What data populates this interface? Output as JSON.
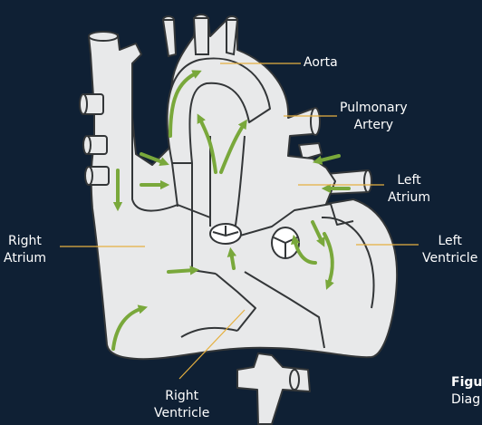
{
  "labels": {
    "aorta": "Aorta",
    "pulmonary_artery": [
      "Pulmonary",
      "Artery"
    ],
    "left_atrium": [
      "Left",
      "Atrium"
    ],
    "left_ventricle": [
      "Left",
      "Ventricle"
    ],
    "right_atrium": [
      "Right",
      "Atrium"
    ],
    "right_ventricle": [
      "Right",
      "Ventricle"
    ]
  },
  "caption": {
    "bold": "Figu",
    "text": "Diag"
  },
  "colors": {
    "background": "#0f2034",
    "tissue": "#e8e9ea",
    "outline": "#333638",
    "arrow": "#79a83b",
    "leader": "#e5b040"
  }
}
